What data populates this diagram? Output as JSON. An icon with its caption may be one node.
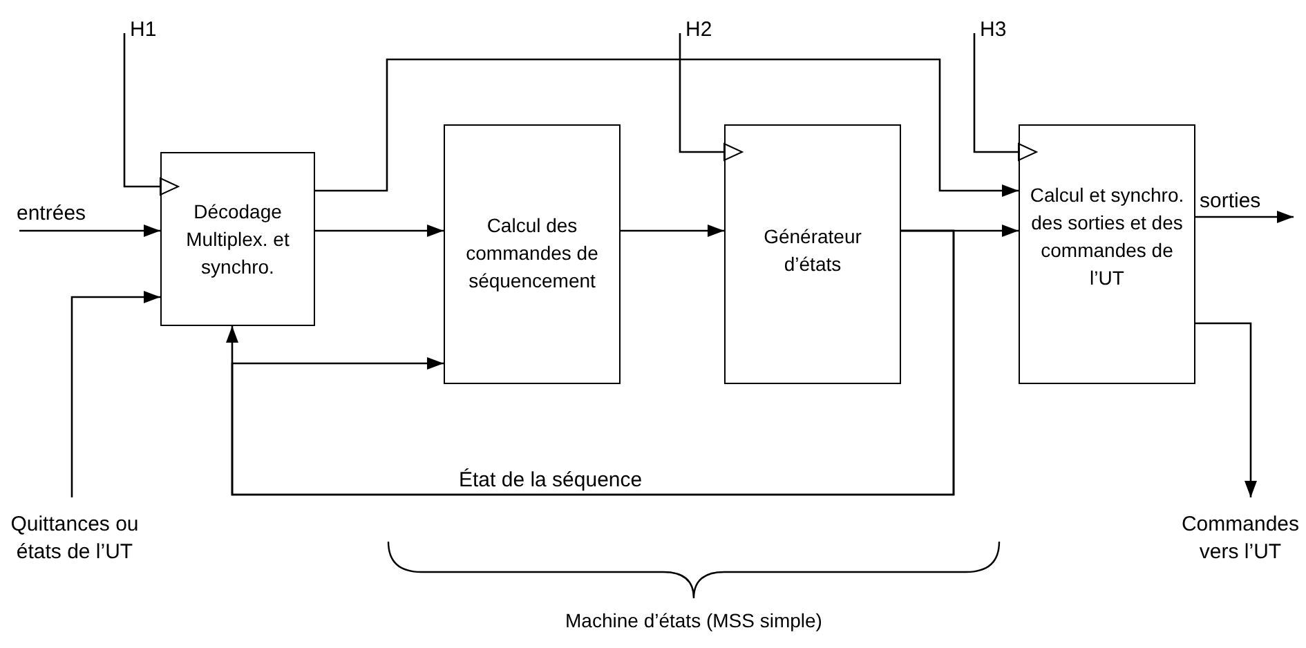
{
  "diagram": {
    "nodes": [
      {
        "text": [
          "H1"
        ]
      },
      {
        "text": [
          "H2"
        ]
      },
      {
        "text": [
          "H3"
        ]
      },
      {
        "text": [
          "Décodage Multiplex. et synchro."
        ]
      },
      {
        "text": [
          "Calcul des commandes de séquencement"
        ]
      },
      {
        "text": [
          "Générateur d’états"
        ]
      },
      {
        "text": [
          "Calcul et synchro. des sorties et des commandes de l’UT"
        ]
      },
      {
        "text": [
          "Quittances ou états de l’UT"
        ]
      },
      {
        "text": [
          "Commandes vers l’UT"
        ]
      }
    ],
    "edges": [
      {
        "from": 0,
        "to": 3,
        "arrow": "to"
      },
      {
        "from": null,
        "to": 3,
        "arrow": "to",
        "label": "entrées"
      },
      {
        "from": 7,
        "to": 3,
        "arrow": "to"
      },
      {
        "from": 3,
        "to": 4,
        "arrow": "to"
      },
      {
        "from": 3,
        "to": 6,
        "arrow": "to"
      },
      {
        "from": 1,
        "to": 5,
        "arrow": "to"
      },
      {
        "from": 4,
        "to": 5,
        "arrow": "to"
      },
      {
        "from": 5,
        "to": 6,
        "arrow": "to"
      },
      {
        "from": 5,
        "to": 3,
        "arrow": "to",
        "label": "État de la séquence"
      },
      {
        "from": 5,
        "to": 4,
        "arrow": "to"
      },
      {
        "from": 2,
        "to": 6,
        "arrow": "to"
      },
      {
        "from": 6,
        "to": null,
        "arrow": "to",
        "label": "sorties"
      },
      {
        "from": 6,
        "to": 8,
        "arrow": "to"
      }
    ],
    "labels": [
      "Machine d’états (MSS simple)"
    ]
  }
}
